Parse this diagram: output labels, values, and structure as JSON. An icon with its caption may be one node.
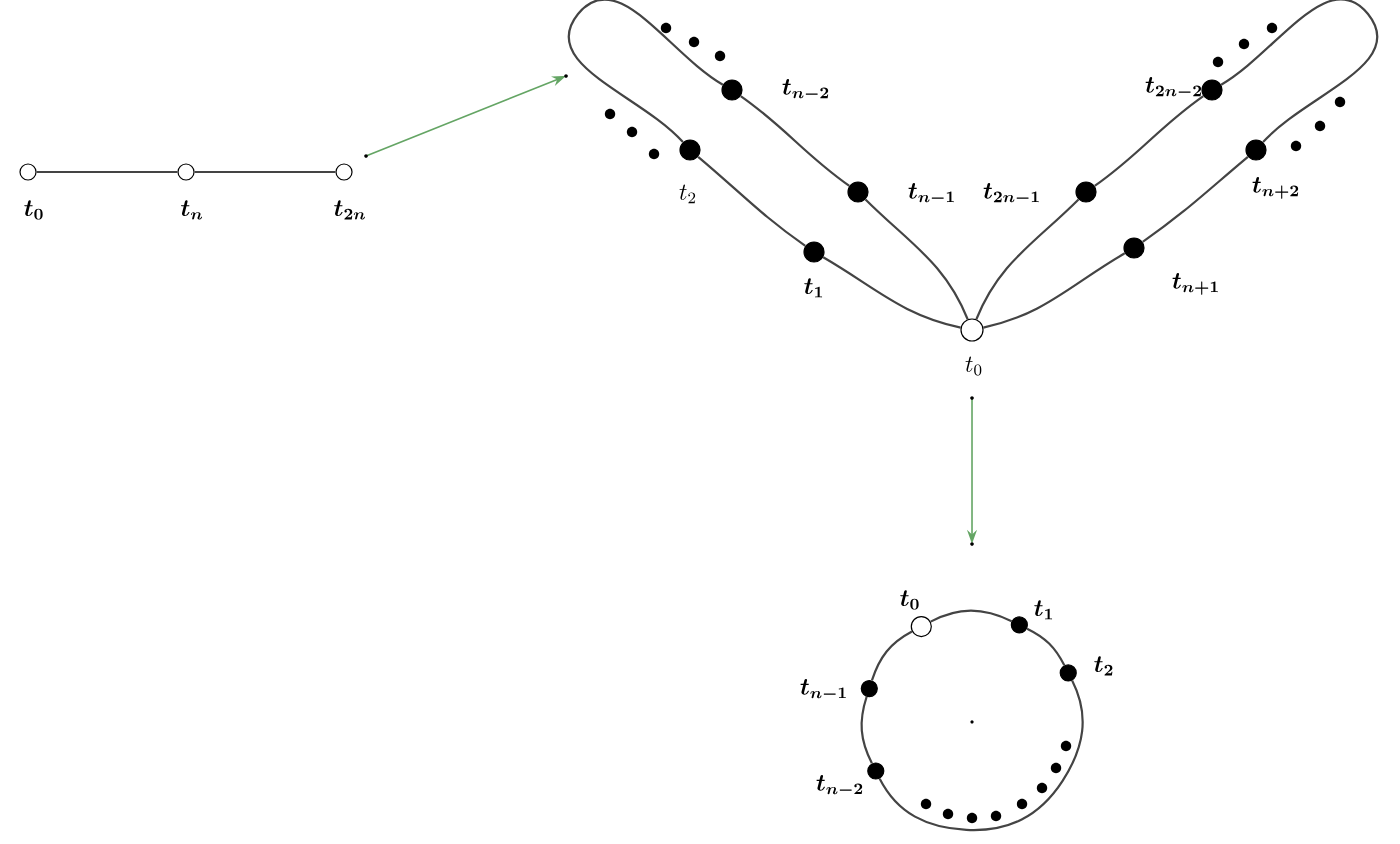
{
  "diagram": {
    "nodes": [
      {
        "text": [],
        "shape": "circle",
        "beside": [
          "t_0"
        ]
      },
      {
        "text": [],
        "shape": "circle",
        "beside": [
          "t_n"
        ]
      },
      {
        "text": [],
        "shape": "circle",
        "beside": [
          "t_{2n}"
        ]
      },
      {
        "text": [],
        "shape": "circle",
        "beside": [
          "t_0"
        ]
      },
      {
        "text": [],
        "shape": "circle",
        "beside": [
          "t_1"
        ]
      },
      {
        "text": [],
        "shape": "circle",
        "beside": [
          "t_2"
        ]
      },
      {
        "text": [],
        "shape": "circle",
        "beside": [
          "t_{n-2}"
        ]
      },
      {
        "text": [],
        "shape": "circle",
        "beside": [
          "t_{n-1}"
        ]
      },
      {
        "text": [],
        "shape": "circle",
        "beside": [
          "t_{n+1}"
        ]
      },
      {
        "text": [],
        "shape": "circle",
        "beside": [
          "t_{n+2}"
        ]
      },
      {
        "text": [],
        "shape": "circle",
        "beside": [
          "t_{2n-2}"
        ]
      },
      {
        "text": [],
        "shape": "circle",
        "beside": [
          "t_{2n-1}"
        ]
      },
      {
        "text": [],
        "shape": "circle",
        "beside": [
          "t_0"
        ]
      },
      {
        "text": [],
        "shape": "circle",
        "beside": [
          "t_1"
        ]
      },
      {
        "text": [],
        "shape": "circle",
        "beside": [
          "t_2"
        ]
      },
      {
        "text": [],
        "shape": "circle",
        "beside": [
          "t_{n-2}"
        ]
      },
      {
        "text": [],
        "shape": "circle",
        "beside": [
          "t_{n-1}"
        ]
      }
    ],
    "edges": [
      {
        "from": 0,
        "to": 1,
        "arrow": "none"
      },
      {
        "from": 1,
        "to": 2,
        "arrow": "none"
      },
      {
        "from": 3,
        "to": 4,
        "arrow": "none"
      },
      {
        "from": 4,
        "to": 5,
        "arrow": "none"
      },
      {
        "from": 5,
        "to": 6,
        "arrow": "none"
      },
      {
        "from": 6,
        "to": 7,
        "arrow": "none"
      },
      {
        "from": 7,
        "to": 3,
        "arrow": "none"
      },
      {
        "from": 3,
        "to": 8,
        "arrow": "none"
      },
      {
        "from": 8,
        "to": 9,
        "arrow": "none"
      },
      {
        "from": 9,
        "to": 10,
        "arrow": "none"
      },
      {
        "from": 10,
        "to": 11,
        "arrow": "none"
      },
      {
        "from": 11,
        "to": 3,
        "arrow": "none"
      },
      {
        "from": 12,
        "to": 13,
        "arrow": "none"
      },
      {
        "from": 13,
        "to": 14,
        "arrow": "none"
      },
      {
        "from": 14,
        "to": 15,
        "arrow": "none"
      },
      {
        "from": 15,
        "to": 16,
        "arrow": "none"
      },
      {
        "from": 16,
        "to": 12,
        "arrow": "none"
      }
    ]
  }
}
